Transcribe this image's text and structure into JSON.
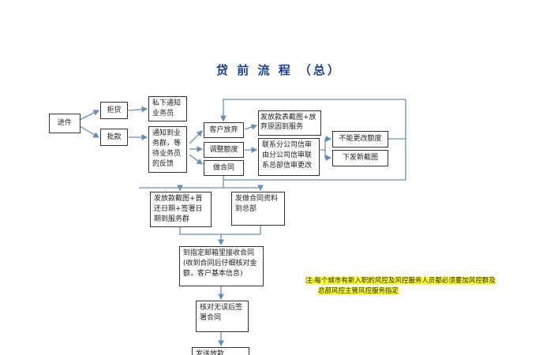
{
  "title": "贷 前 流 程 （总）",
  "nodes": {
    "entry": "进件",
    "reject": "拒贷",
    "approve": "批款",
    "notify_private": "私下通知业务员",
    "notify_group": "通知到业务群，等待业务员的反馈",
    "customer_abandon": "客户放弃",
    "adjust_amount": "调整额度",
    "make_contract": "做合同",
    "send_screenshot_reason": "发放款表截图+放弃原因到服务",
    "contact_branch": "联系分公司信审由分公司信审联系总部信审更改",
    "cannot_change": "不能更改额度",
    "send_new_screenshot": "下发新截图",
    "send_loan_screenshot": "发放款截图+首还日期+签署日期到服务群",
    "send_contract_docs": "发做合同资料到总部",
    "receive_contract": "到指定邮箱里接收合同(收到合同后仔细核对金额，客户基本信息)",
    "verify_sign": "核对无误后签署合同",
    "send_loan": "发送放款"
  },
  "note": {
    "line1": "注:每个城市有新入职的风控及风控服务人员都必须要加风控群及",
    "line2": "总部风控主管风控服务指定"
  }
}
